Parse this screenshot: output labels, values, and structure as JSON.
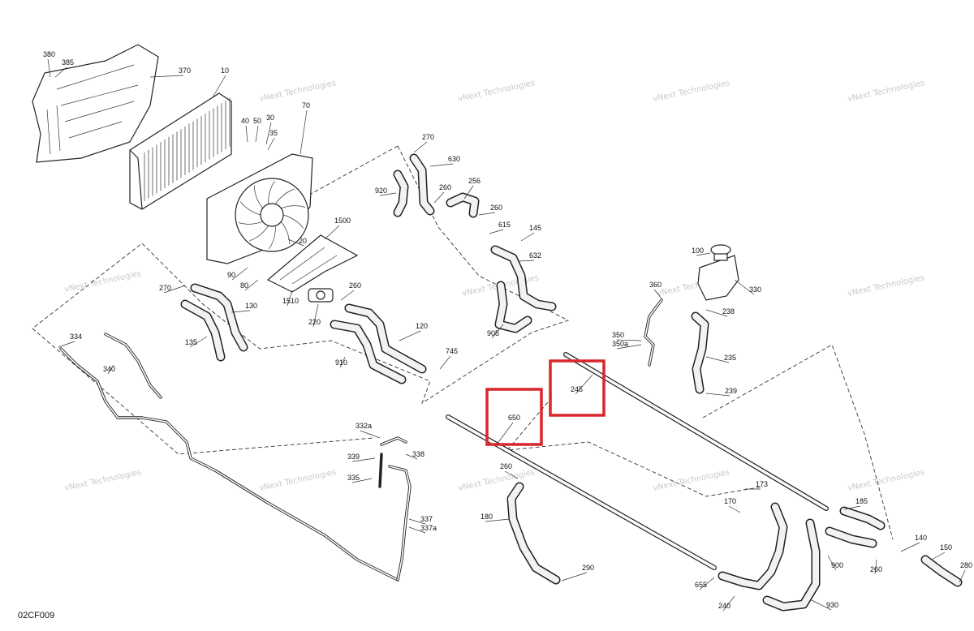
{
  "diagram": {
    "code": "02CF009",
    "watermark": "vNext Technologies",
    "highlight_color": "#d9262c",
    "labels": [
      "380",
      "385",
      "370",
      "10",
      "70",
      "40",
      "50",
      "30",
      "35",
      "20",
      "90",
      "80",
      "1500",
      "1510",
      "270",
      "130",
      "135",
      "334",
      "340",
      "220",
      "260",
      "910",
      "120",
      "745",
      "270",
      "630",
      "920",
      "260",
      "256",
      "260",
      "615",
      "145",
      "632",
      "905",
      "100",
      "360",
      "330",
      "238",
      "350",
      "350a",
      "235",
      "239",
      "245",
      "650",
      "332a",
      "338",
      "339",
      "335",
      "337",
      "337a",
      "260",
      "180",
      "290",
      "173",
      "170",
      "185",
      "655",
      "240",
      "900",
      "260",
      "140",
      "150",
      "280",
      "930"
    ],
    "highlighted": [
      "245",
      "650"
    ]
  }
}
